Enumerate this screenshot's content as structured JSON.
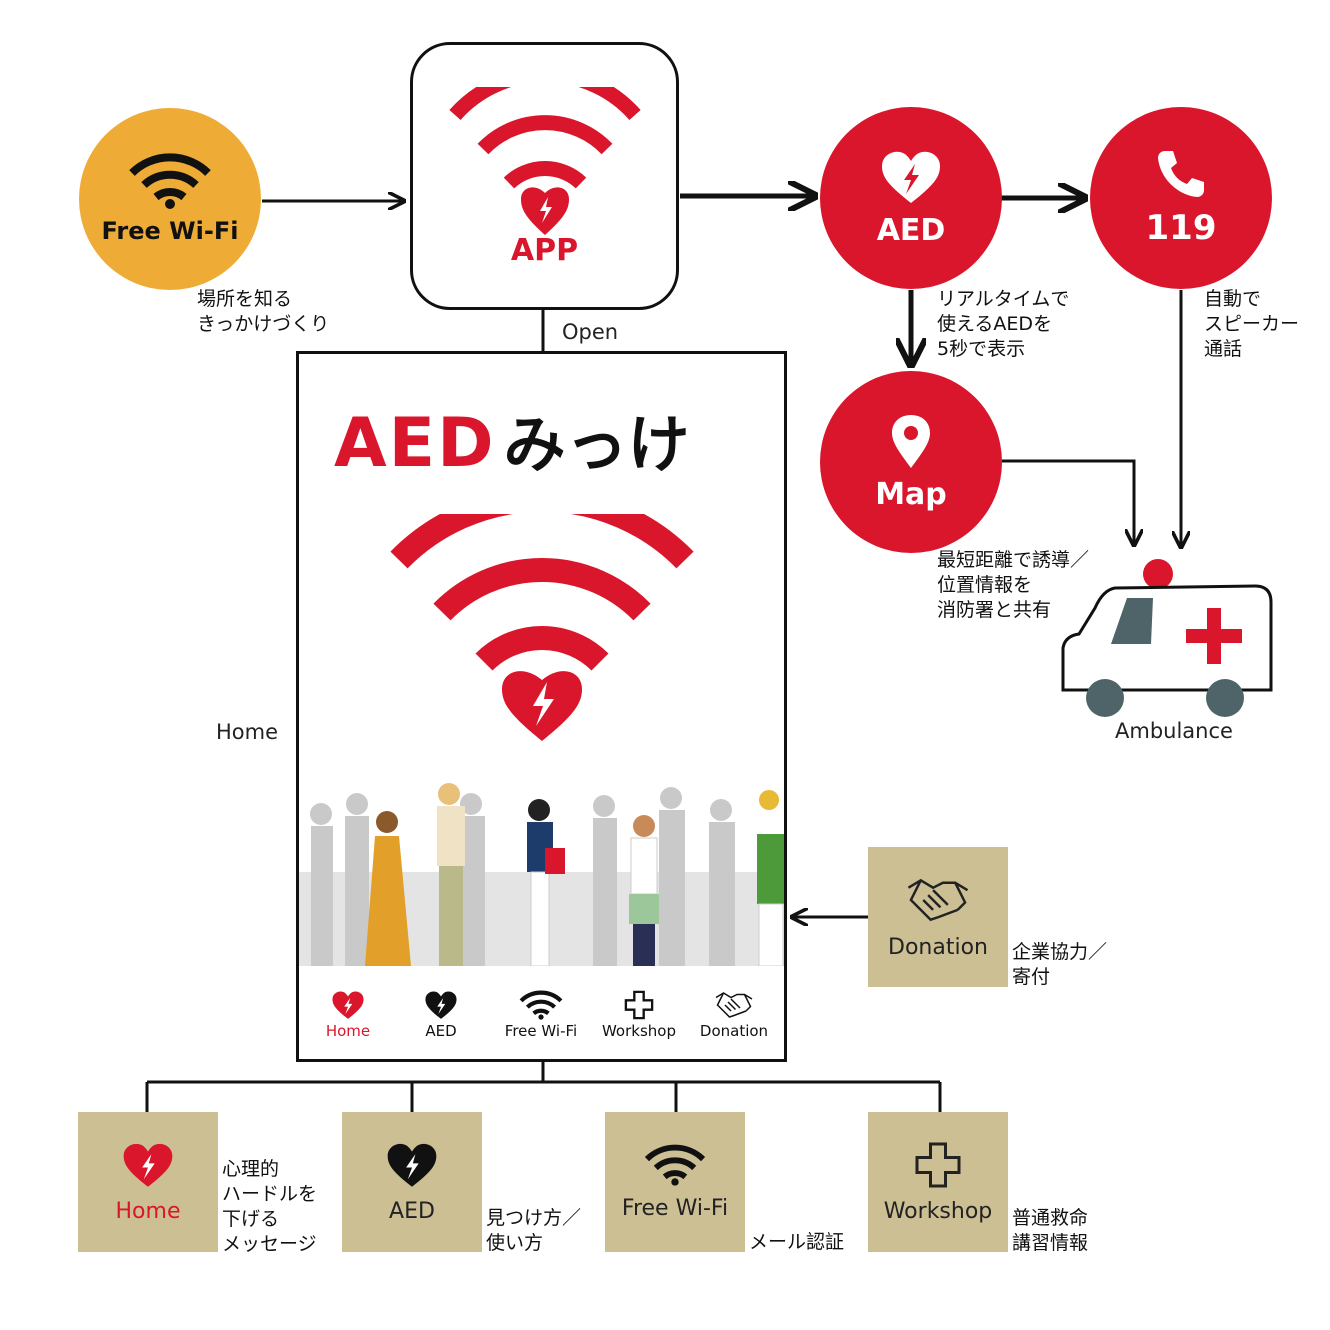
{
  "colors": {
    "red": "#d9162b",
    "orange": "#eeac36",
    "tan": "#cdbf94",
    "dark": "#111111"
  },
  "nodes": {
    "wifi": {
      "label": "Free Wi-Fi",
      "icon": "wifi-icon"
    },
    "app": {
      "label": "APP",
      "icon": "app-wifi-heart-icon"
    },
    "aed": {
      "label": "AED",
      "icon": "aed-heart-icon"
    },
    "call": {
      "label": "119",
      "icon": "phone-icon"
    },
    "map": {
      "label": "Map",
      "icon": "map-pin-icon"
    },
    "ambulance": {
      "label": "Ambulance",
      "icon": "ambulance-icon"
    },
    "donation": {
      "label": "Donation",
      "icon": "handshake-icon"
    }
  },
  "edges": {
    "open": "Open",
    "home": "Home"
  },
  "notes": {
    "wifi": [
      "場所を知る",
      "きっかけづくり"
    ],
    "aed": [
      "リアルタイムで",
      "使えるAEDを",
      "5秒で表示"
    ],
    "call": [
      "自動で",
      "スピーカー",
      "通話"
    ],
    "map": [
      "最短距離で誘導／",
      "位置情報を",
      "消防署と共有"
    ],
    "donation": [
      "企業協力／",
      "寄付"
    ]
  },
  "phone": {
    "title_latin": "AED",
    "title_kana": "みっけ",
    "nav": [
      {
        "label": "Home",
        "icon": "heart-bolt-icon",
        "active": true
      },
      {
        "label": "AED",
        "icon": "aed-heart-icon",
        "active": false
      },
      {
        "label": "Free Wi-Fi",
        "icon": "wifi-icon",
        "active": false
      },
      {
        "label": "Workshop",
        "icon": "cross-icon",
        "active": false
      },
      {
        "label": "Donation",
        "icon": "handshake-icon",
        "active": false
      }
    ]
  },
  "bottom": [
    {
      "label": "Home",
      "icon": "heart-bolt-icon",
      "note": [
        "心理的",
        "ハードルを",
        "下げる",
        "メッセージ"
      ]
    },
    {
      "label": "AED",
      "icon": "aed-heart-icon",
      "note": [
        "見つけ方／",
        "使い方"
      ]
    },
    {
      "label": "Free Wi-Fi",
      "icon": "wifi-icon",
      "note": [
        "メール認証"
      ]
    },
    {
      "label": "Workshop",
      "icon": "cross-icon",
      "note": [
        "普通救命",
        "講習情報"
      ]
    }
  ]
}
